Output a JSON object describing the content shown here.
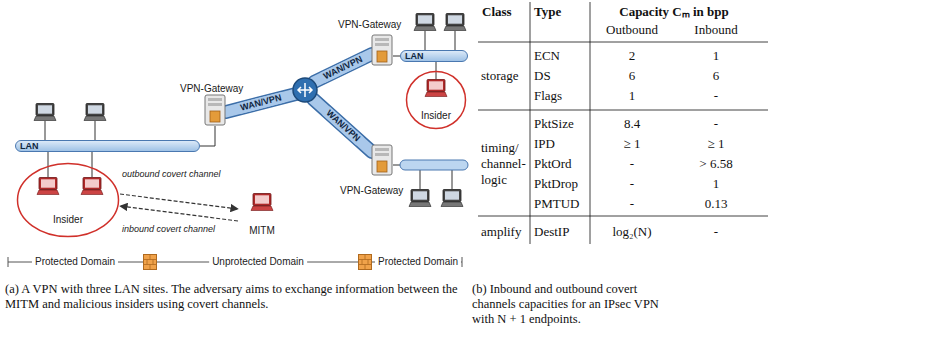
{
  "diagram": {
    "nodes": [
      {
        "text": [
          "VPN-Gateway"
        ]
      },
      {
        "text": [
          "LAN"
        ]
      },
      {
        "text": [
          "Insider"
        ]
      },
      {
        "text": [
          "MITM"
        ]
      },
      {
        "text": [
          "VPN-Gateway"
        ]
      },
      {
        "text": [
          "LAN"
        ]
      },
      {
        "text": [
          "Insider"
        ]
      },
      {
        "text": [
          "VPN-Gateway"
        ]
      }
    ],
    "edges": [
      {
        "from": 2,
        "to": 3,
        "arrow": "to",
        "label": "outbound covert channel"
      },
      {
        "from": 3,
        "to": 2,
        "arrow": "to",
        "label": "inbound covert channel"
      }
    ],
    "labels": [
      "WAN/VPN",
      "WAN/VPN",
      "WAN/VPN",
      "Protected Domain",
      "Unprotected Domain",
      "Protected Domain",
      "(a) A VPN with three LAN sites. The adversary aims to exchange information between the MITM and malicious insiders using covert channels.",
      "Class",
      "Type",
      "Capacity Cₘ in bpp",
      "Outbound",
      "Inbound",
      "storage",
      "ECN",
      "2",
      "1",
      "DS",
      "6",
      "6",
      "Flags",
      "1",
      "-",
      "timing/ channel- logic",
      "PktSize",
      "8.4",
      "-",
      "IPD",
      "≥ 1",
      "≥ 1",
      "PktOrd",
      "-",
      "> 6.58",
      "PktDrop",
      "-",
      "1",
      "PMTUD",
      "-",
      "0.13",
      "amplify",
      "DestIP",
      "log₂(N)",
      "-",
      "(b) Inbound and outbound covert channels capacities for an IPsec VPN with N + 1 endpoints."
    ]
  }
}
